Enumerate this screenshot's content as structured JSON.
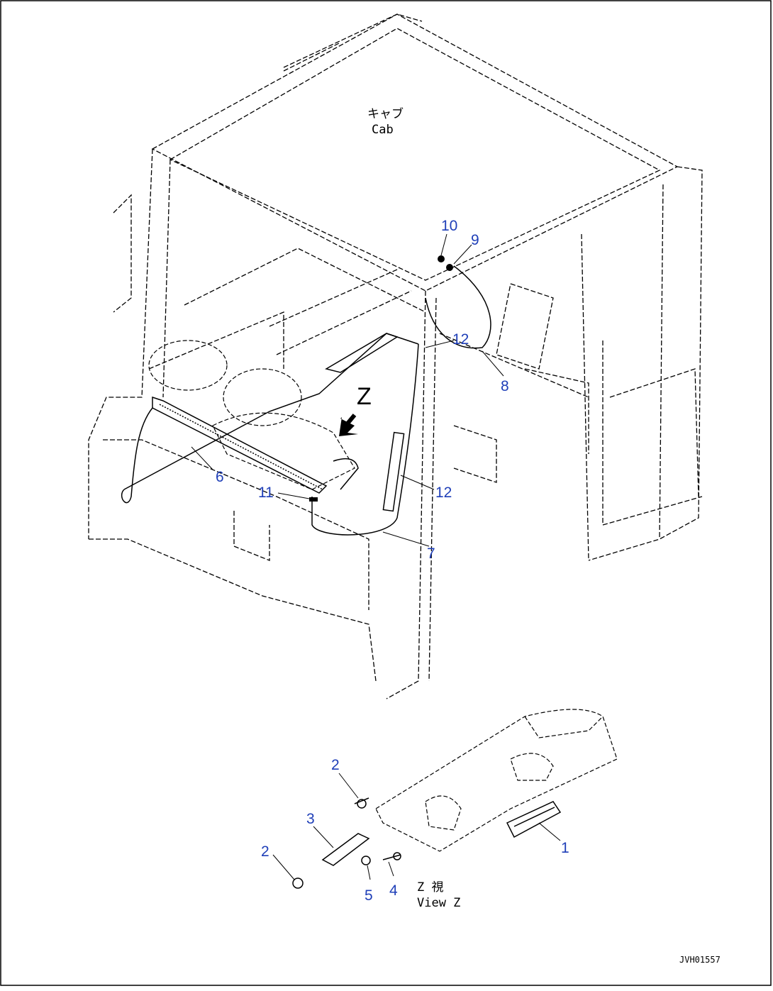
{
  "cab_label": {
    "line1": "キャブ",
    "line2": "Cab"
  },
  "view_direction_letter": "Z",
  "view_label": {
    "line1": "Z 視",
    "line2": "View Z"
  },
  "callouts": {
    "c1": "1",
    "c2a": "2",
    "c2b": "2",
    "c3": "3",
    "c4": "4",
    "c5": "5",
    "c6": "6",
    "c7": "7",
    "c8": "8",
    "c9": "9",
    "c10": "10",
    "c11": "11",
    "c12a": "12",
    "c12b": "12"
  },
  "doc_id": "JVH01557",
  "colors": {
    "callout": "#1f3fb8",
    "line": "#000000",
    "background": "#ffffff"
  }
}
